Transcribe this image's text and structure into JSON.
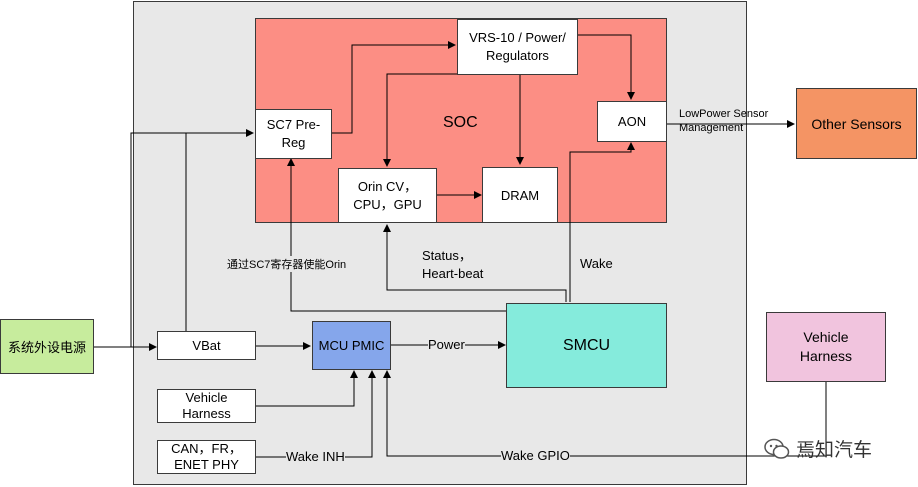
{
  "colors": {
    "soc": "#fc8e84",
    "smcu": "#85ebdc",
    "mcu_pmic": "#85a6eb",
    "other_sensors": "#f49464",
    "vehicle_harness_right": "#f1c4de",
    "power_source": "#c7ec9d",
    "system_area": "#e8e8e8"
  },
  "blocks": {
    "soc": "SOC",
    "vrs": "VRS-10 / Power/\nRegulators",
    "sc7": "SC7 Pre-\nReg",
    "aon": "AON",
    "orin": "Orin CV，\nCPU，GPU",
    "dram": "DRAM",
    "other_sensors": "Other Sensors",
    "power_source": "系统外设电源",
    "vbat": "VBat",
    "mcu_pmic": "MCU PMIC",
    "smcu": "SMCU",
    "vehicle_harness_left": "Vehicle\nHarness",
    "can": "CAN，FR，\nENET PHY",
    "vehicle_harness_right": "Vehicle\nHarness"
  },
  "labels": {
    "lowpower": "LowPower Sensor\nManagement",
    "sc7_enable": "通过SC7寄存器使能Orin",
    "status": "Status，\nHeart-beat",
    "wake": "Wake",
    "power": "Power",
    "wake_inh": "Wake INH",
    "wake_gpio": "Wake GPIO"
  },
  "watermark": "焉知汽车"
}
